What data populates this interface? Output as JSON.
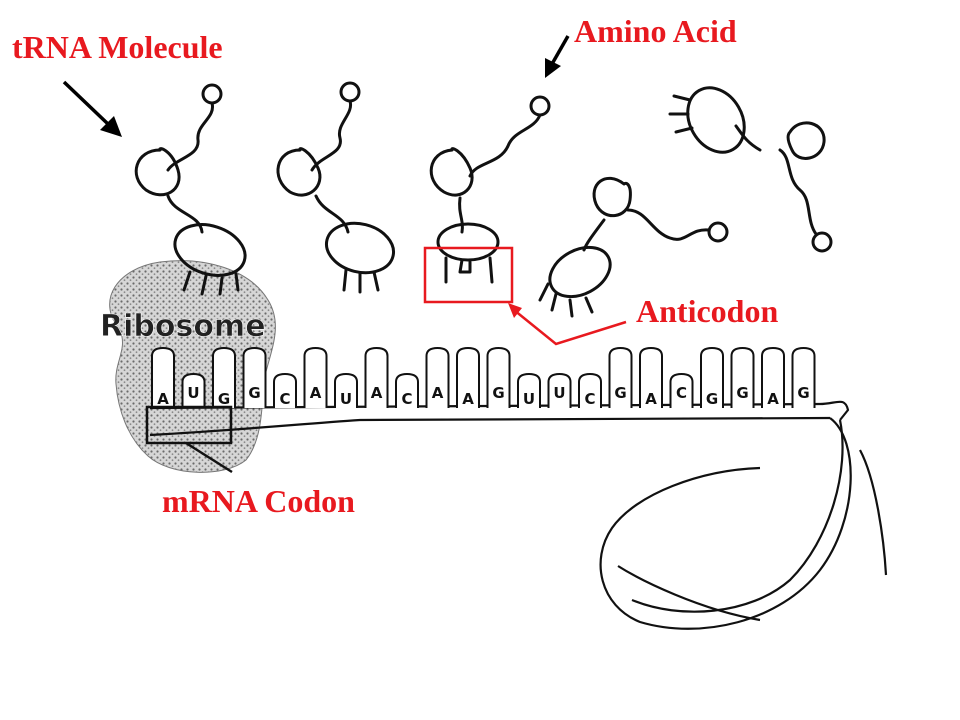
{
  "colors": {
    "label": "#e8191f",
    "ink": "#111111",
    "background": "#ffffff",
    "ribosome_fill": "#c8c8c8"
  },
  "labels": {
    "trna": "tRNA Molecule",
    "amino_acid": "Amino Acid",
    "anticodon": "Anticodon",
    "mrna_codon": "mRNA Codon",
    "ribosome": "Ribosome"
  },
  "mrna": {
    "bases": [
      "A",
      "U",
      "G",
      "G",
      "C",
      "A",
      "U",
      "A",
      "C",
      "A",
      "A",
      "G",
      "U",
      "U",
      "C",
      "G",
      "A",
      "C",
      "G",
      "G",
      "A",
      "G"
    ]
  }
}
